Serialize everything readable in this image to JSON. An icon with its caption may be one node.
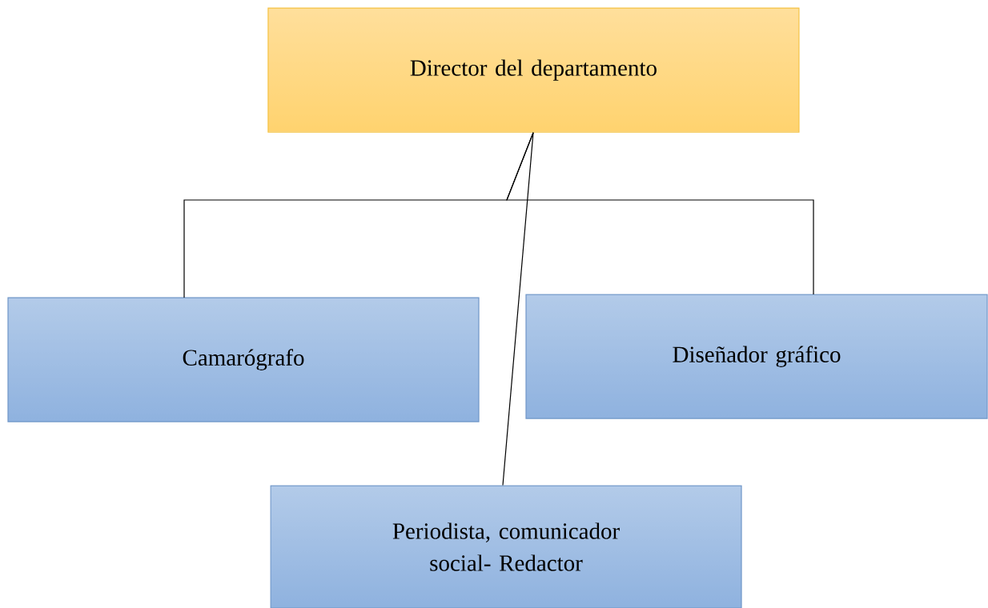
{
  "diagram": {
    "nodes": [
      {
        "text": [
          "Director del departamento"
        ]
      },
      {
        "text": [
          "Camarógrafo"
        ]
      },
      {
        "text": [
          "Diseñador gráfico"
        ]
      },
      {
        "text": [
          "Periodista, comunicador social- Redactor"
        ]
      }
    ],
    "edges": [
      {
        "from": 0,
        "to": 1,
        "arrow": "none"
      },
      {
        "from": 0,
        "to": 2,
        "arrow": "none"
      },
      {
        "from": 0,
        "to": 3,
        "arrow": "none"
      }
    ]
  }
}
